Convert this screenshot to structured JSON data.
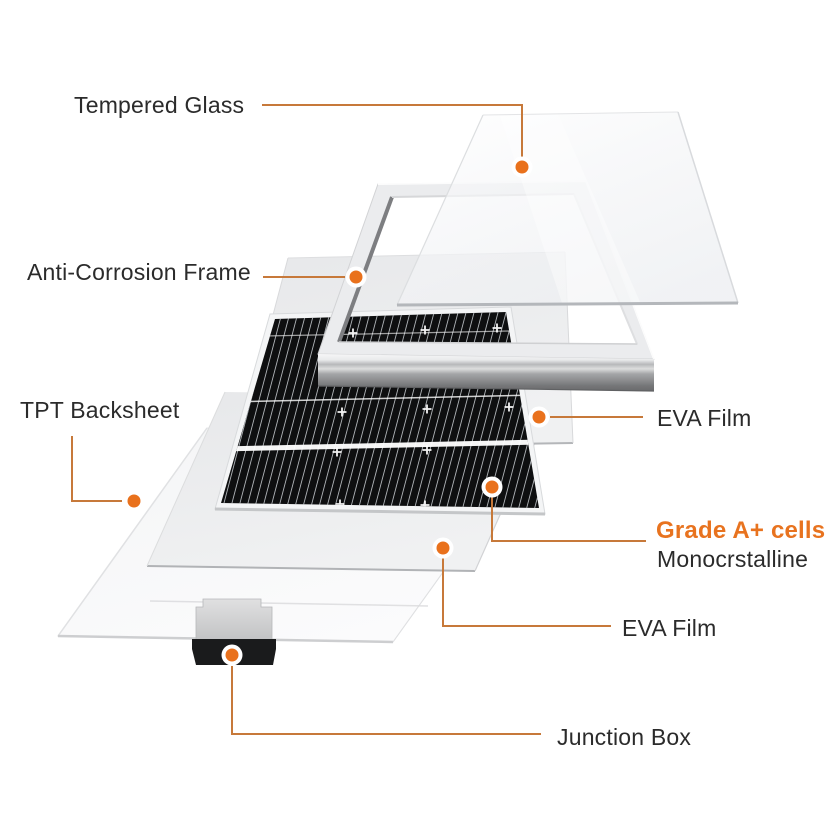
{
  "diagram": {
    "subject": "Solar panel exploded layer diagram",
    "layers_top_to_bottom": [
      "Tempered Glass",
      "Anti-Corrosion Frame",
      "EVA Film",
      "Grade A+ cells (Monocrstalline)",
      "EVA Film",
      "TPT Backsheet",
      "Junction Box"
    ]
  },
  "labels": {
    "tempered_glass": "Tempered Glass",
    "anti_corrosion_frame": "Anti-Corrosion Frame",
    "tpt_backsheet": "TPT Backsheet",
    "eva_film_top": "EVA Film",
    "grade_cells": "Grade A+ cells",
    "cell_type": "Monocrstalline",
    "eva_film_bottom": "EVA Film",
    "junction_box": "Junction Box"
  },
  "colors": {
    "accent_orange": "#E9711C",
    "leader_line": "#C7793A",
    "label_text": "#2B2B2B",
    "cells_highlight_text": "#E8731F",
    "cell_black": "#0E0F10",
    "sheet_grey": "#ECEDEF"
  }
}
